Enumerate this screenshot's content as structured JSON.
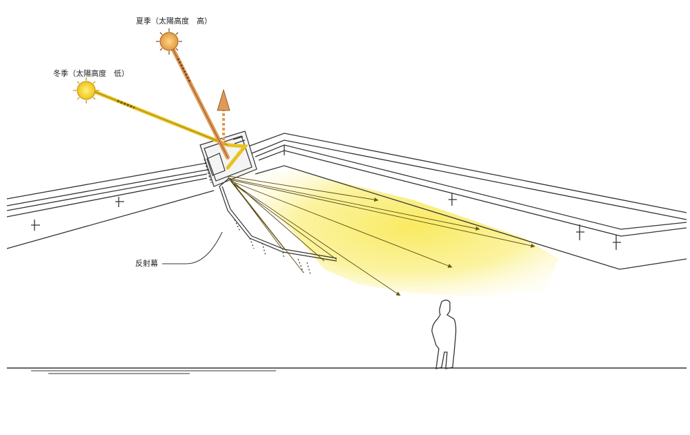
{
  "labels": {
    "summer_sun": "夏季（太陽高度　高）",
    "winter_sun": "冬季（太陽高度　低）",
    "reflector": "反射幕"
  },
  "icons": {
    "summer_sun": "sun-icon",
    "winter_sun": "sun-icon",
    "person": "person-silhouette-icon"
  },
  "colors": {
    "sunlight_glow": "#f6e44a",
    "winter_ray": "#e8c21f",
    "summer_ray": "#e09a55",
    "line": "#333333"
  }
}
